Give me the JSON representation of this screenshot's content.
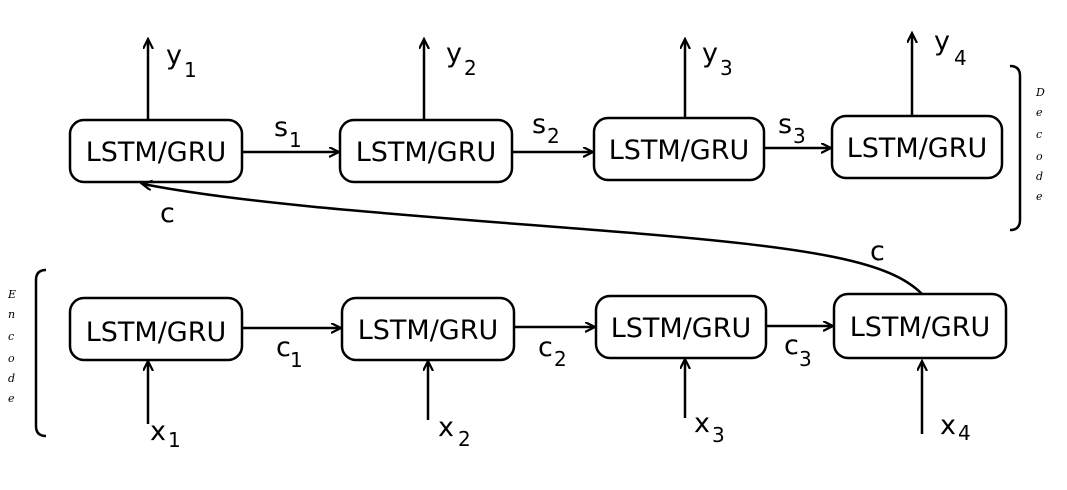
{
  "box_label": "LSTM/GRU",
  "decoder_outputs": [
    {
      "name": "y",
      "sub": "1"
    },
    {
      "name": "y",
      "sub": "2"
    },
    {
      "name": "y",
      "sub": "3"
    },
    {
      "name": "y",
      "sub": "4"
    }
  ],
  "decoder_states": [
    {
      "name": "s",
      "sub": "1"
    },
    {
      "name": "s",
      "sub": "2"
    },
    {
      "name": "s",
      "sub": "3"
    }
  ],
  "encoder_inputs": [
    {
      "name": "x",
      "sub": "1"
    },
    {
      "name": "x",
      "sub": "2"
    },
    {
      "name": "x",
      "sub": "3"
    },
    {
      "name": "x",
      "sub": "4"
    }
  ],
  "encoder_states": [
    {
      "name": "c",
      "sub": "1"
    },
    {
      "name": "c",
      "sub": "2"
    },
    {
      "name": "c",
      "sub": "3"
    }
  ],
  "context_label_top": "c",
  "context_label_bottom": "c",
  "decode_letters": [
    "D",
    "e",
    "c",
    "o",
    "d",
    "e"
  ],
  "encode_letters": [
    "E",
    "n",
    "c",
    "o",
    "d",
    "e"
  ]
}
